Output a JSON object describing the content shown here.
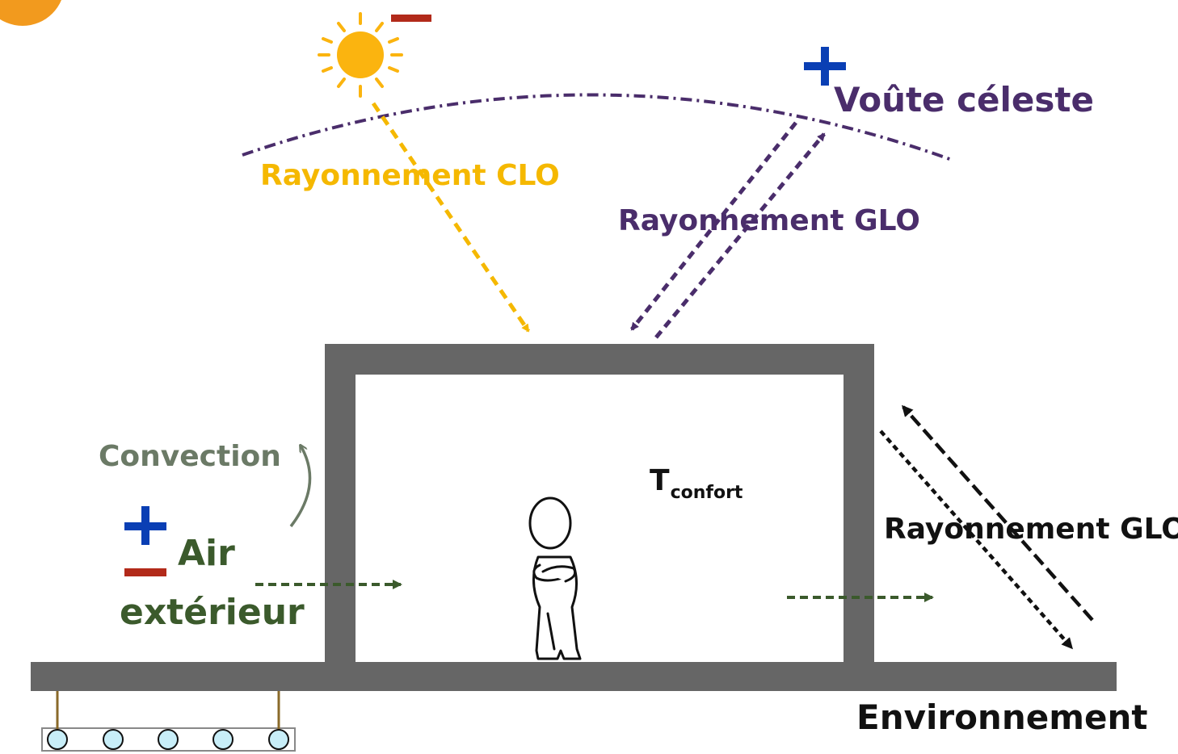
{
  "labels": {
    "sky": "Voûte céleste",
    "solar_radiation": "Rayonnement CLO",
    "longwave_radiation_sky": "Rayonnement GLO",
    "longwave_radiation_environment": "Rayonnement GLO",
    "convection": "Convection",
    "outdoor_air_line1": "Air",
    "outdoor_air_line2": "extérieur",
    "environment": "Environnement",
    "comfort_temp_symbol": "T",
    "comfort_temp_subscript": "confort"
  },
  "colors": {
    "solar": "#f5b800",
    "sky_radiation": "#4a2d6b",
    "air": "#3b5a2c",
    "convection": "#6b7a66",
    "plus": "#0a3fb4",
    "minus": "#b22a1a",
    "wall": "#666666",
    "text_dark": "#111111",
    "badge": "#f29a1e",
    "ground_tubes": "#c8eef8"
  },
  "icons": {
    "sun": "sun-icon",
    "person": "person-icon",
    "plus": "plus-sign-icon",
    "minus": "minus-sign-icon"
  }
}
